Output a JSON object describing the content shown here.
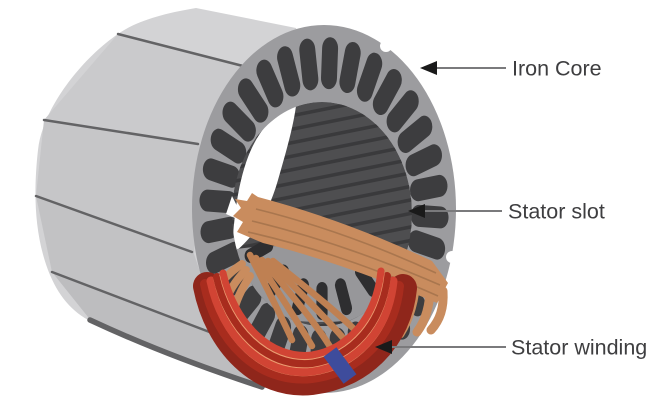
{
  "labels": {
    "iron_core": "Iron Core",
    "stator_slot": "Stator slot",
    "stator_winding": "Stator winding"
  },
  "colors": {
    "background": "#ffffff",
    "body_gray": "#c9c9cb",
    "body_panel_light": "#d3d3d5",
    "body_panel_2": "#cacacc",
    "body_panel_3": "#c6c6c8",
    "body_panel_4": "#c2c2c4",
    "body_panel_5": "#bdbdbf",
    "body_seam": "#636365",
    "ring_gray": "#9c9c9f",
    "slot_dark": "#3d3d3f",
    "slot_deep": "#2e2e30",
    "bore_dark": "#4e4e50",
    "bore_stripe": "#3a3a3c",
    "floor_gray": "#97979a",
    "winding_copper": "#c98c5e",
    "copper_seam": "#a9764e",
    "copper_shade": "#bf8052",
    "winding_red": "#d14434",
    "red_dark": "#a82c1e",
    "red_deep": "#8f261b",
    "strand_light": "#eb9c70",
    "band_blue": "#3e4c9c",
    "label_text": "#3e3e40",
    "leader_line": "#7a7a7c",
    "arrow_black": "#1a1a1a"
  }
}
